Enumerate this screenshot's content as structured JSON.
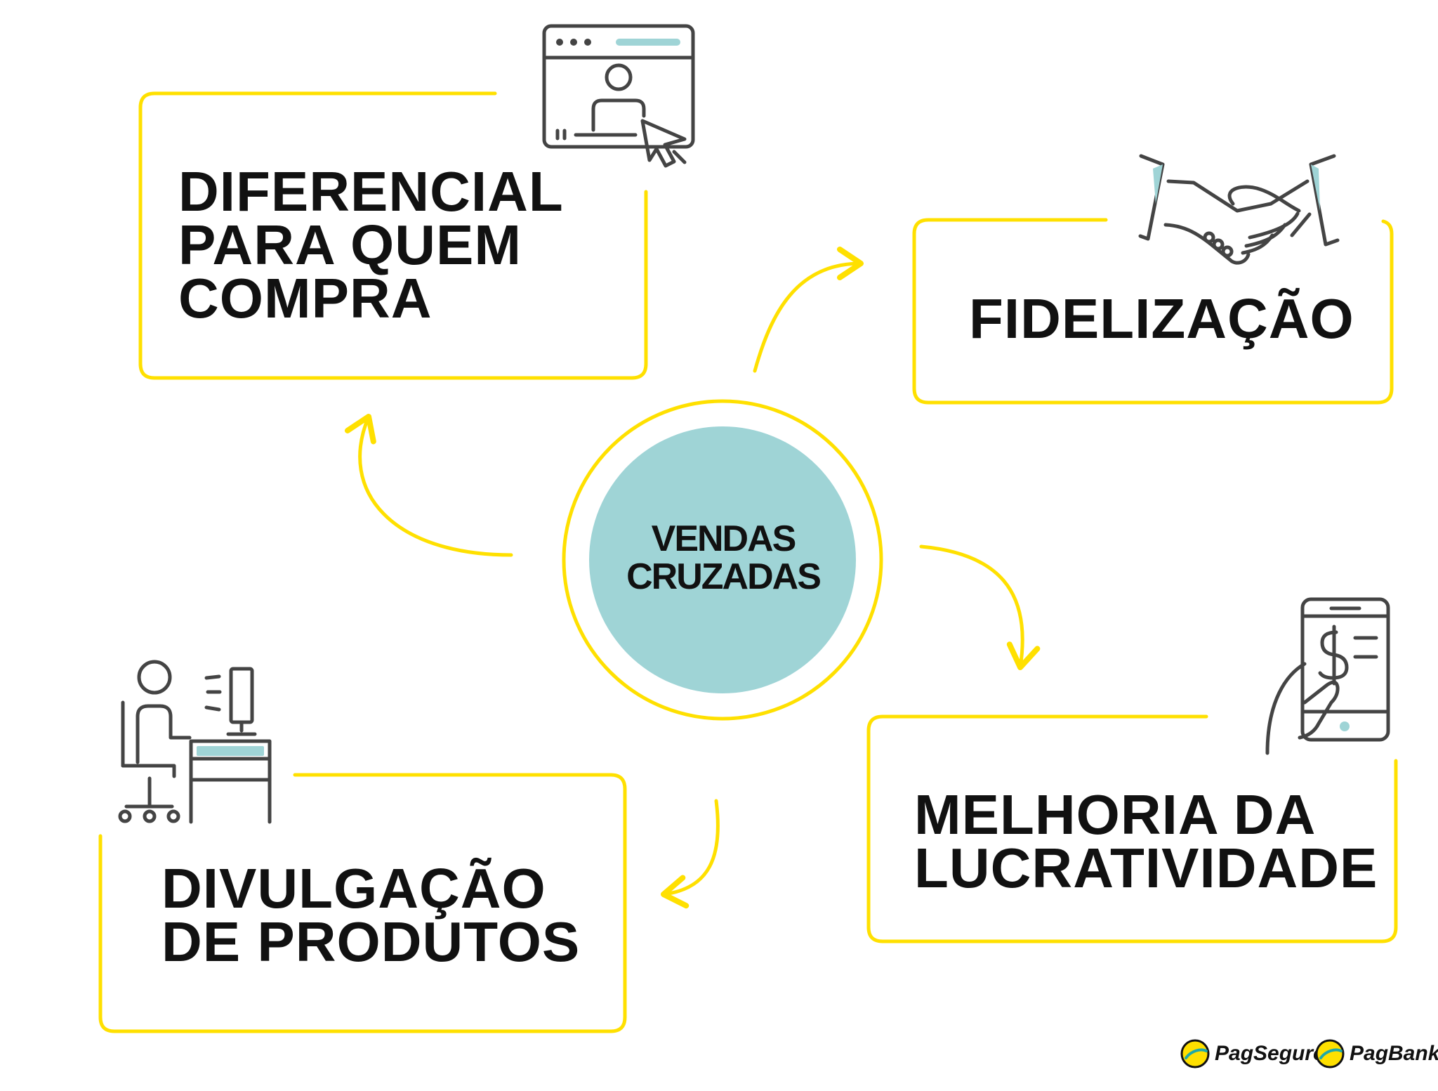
{
  "center": {
    "label": "VENDAS\nCRUZADAS"
  },
  "boxes": {
    "differential": {
      "label": "DIFERENCIAL\nPARA QUEM\nCOMPRA",
      "icon": "browser-user-cursor-icon"
    },
    "loyalty": {
      "label": "FIDELIZAÇÃO",
      "icon": "handshake-icon"
    },
    "profitability": {
      "label": "MELHORIA DA\nLUCRATIVIDADE",
      "icon": "phone-payment-hand-icon"
    },
    "promotion": {
      "label": "DIVULGAÇÃO\nDE PRODUTOS",
      "icon": "person-at-desk-computer-icon"
    }
  },
  "brands": [
    {
      "label": "PagSeguro",
      "icon": "pagseguro-logo-icon"
    },
    {
      "label": "PagBank",
      "icon": "pagbank-logo-icon"
    }
  ],
  "colors": {
    "accent": "#FFE000",
    "teal": "#9FD4D6",
    "text": "#111111",
    "line": "#444444"
  }
}
